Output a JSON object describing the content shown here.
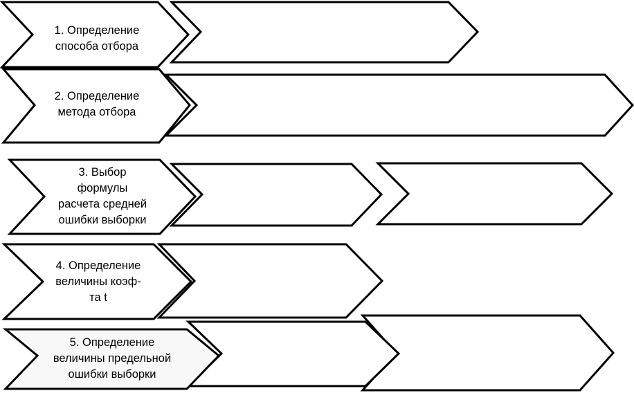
{
  "colors": {
    "stroke": "#000000",
    "fill": "#ffffff",
    "shaded_fill": "#f8f8f8",
    "text": "#000000"
  },
  "steps": [
    {
      "label": "1. Определение\nспособа отбора"
    },
    {
      "label": "2. Определение\nметода отбора"
    },
    {
      "label": "3. Выбор\nформулы\nрасчета средней\nошибки выборки"
    },
    {
      "label": "4. Определение\nвеличины коэф-\nта t"
    },
    {
      "label": "5. Определение\nвеличины предельной\nошибки выборки"
    }
  ]
}
